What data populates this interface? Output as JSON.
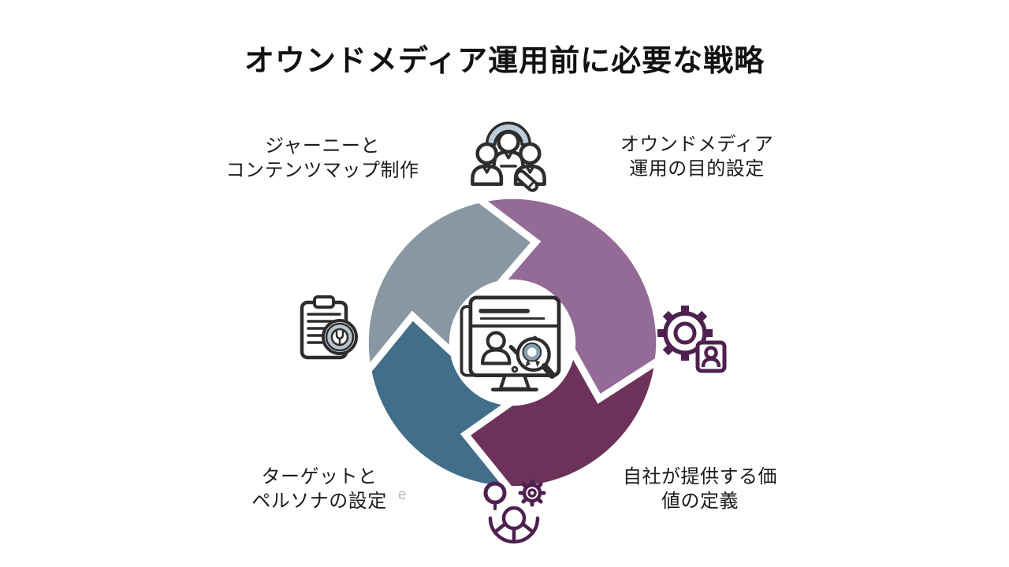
{
  "title": "オウンドメディア運用前に必要な戦略",
  "labels": {
    "top_left": {
      "line1": "ジャーニーと",
      "line2": "コンテンツマップ制作"
    },
    "top_right": {
      "line1": "オウンドメディア",
      "line2": "運用の目的設定"
    },
    "bottom_left": {
      "line1": "ターゲットと",
      "line2": "ペルソナの設定"
    },
    "bottom_right": {
      "line1": "自社が提供する価",
      "line2": "値の定義"
    }
  },
  "cycle": {
    "segments": [
      {
        "id": "top-left",
        "color": "#8997a3"
      },
      {
        "id": "top-right",
        "color": "#946a97"
      },
      {
        "id": "bottom-right",
        "color": "#6c3259"
      },
      {
        "id": "bottom-left",
        "color": "#426e89"
      }
    ],
    "gap_color": "#ffffff",
    "center_color": "#ffffff"
  },
  "icons": {
    "top": "people-group-icon",
    "right": "gear-person-icon",
    "bottom": "person-ideas-icon",
    "left": "document-checklist-icon",
    "center": "monitor-analytics-icon"
  },
  "icon_colors": {
    "dark_outline": "#2d2d2d",
    "purple_outline": "#4e2150",
    "accent_ring": "#b5c3cd",
    "arch_fill": "#bccbd7",
    "medal_ring": "#83a0b0",
    "ribbon": "#3a3a3a"
  },
  "background": "#ffffff",
  "artifact_text": "e"
}
